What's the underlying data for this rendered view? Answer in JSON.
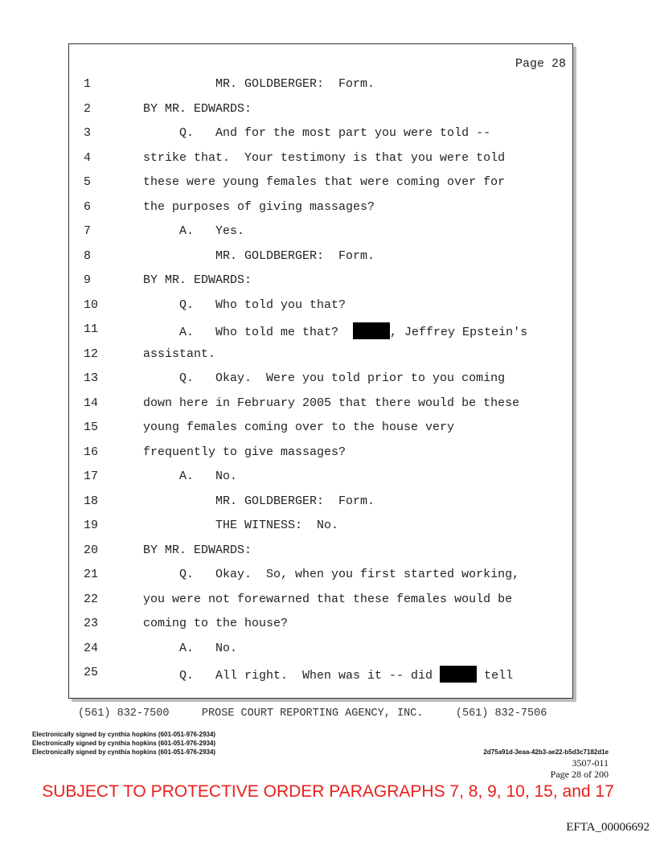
{
  "transcript": {
    "page_label": "Page 28",
    "lines": [
      {
        "num": "1",
        "text": "          MR. GOLDBERGER:  Form."
      },
      {
        "num": "2",
        "text": "BY MR. EDWARDS:"
      },
      {
        "num": "3",
        "text": "     Q.   And for the most part you were told --"
      },
      {
        "num": "4",
        "text": "strike that.  Your testimony is that you were told"
      },
      {
        "num": "5",
        "text": "these were young females that were coming over for"
      },
      {
        "num": "6",
        "text": "the purposes of giving massages?"
      },
      {
        "num": "7",
        "text": "     A.   Yes."
      },
      {
        "num": "8",
        "text": "          MR. GOLDBERGER:  Form."
      },
      {
        "num": "9",
        "text": "BY MR. EDWARDS:"
      },
      {
        "num": "10",
        "text": "     Q.   Who told you that?"
      },
      {
        "num": "11",
        "text": "     A.   Who told me that?  ",
        "redacted": true,
        "after": ", Jeffrey Epstein's"
      },
      {
        "num": "12",
        "text": "assistant."
      },
      {
        "num": "13",
        "text": "     Q.   Okay.  Were you told prior to you coming"
      },
      {
        "num": "14",
        "text": "down here in February 2005 that there would be these"
      },
      {
        "num": "15",
        "text": "young females coming over to the house very"
      },
      {
        "num": "16",
        "text": "frequently to give massages?"
      },
      {
        "num": "17",
        "text": "     A.   No."
      },
      {
        "num": "18",
        "text": "          MR. GOLDBERGER:  Form."
      },
      {
        "num": "19",
        "text": "          THE WITNESS:  No."
      },
      {
        "num": "20",
        "text": "BY MR. EDWARDS:"
      },
      {
        "num": "21",
        "text": "     Q.   Okay.  So, when you first started working,"
      },
      {
        "num": "22",
        "text": "you were not forewarned that these females would be"
      },
      {
        "num": "23",
        "text": "coming to the house?"
      },
      {
        "num": "24",
        "text": "     A.   No."
      },
      {
        "num": "25",
        "text": "     Q.   All right.  When was it -- did ",
        "redacted": true,
        "after": " tell"
      }
    ]
  },
  "footer": {
    "phone_line": "(561) 832-7500     PROSE COURT REPORTING AGENCY, INC.     (561) 832-7506",
    "signatures": [
      "Electronically signed by cynthia hopkins (601-051-976-2934)",
      "Electronically signed by cynthia hopkins (601-051-976-2934)",
      "Electronically signed by cynthia hopkins (601-051-976-2934)"
    ],
    "hash": "2d75a91d-3eaa-42b3-ae22-b5d3c7182d1e",
    "doc_number": "3507-011",
    "page_of": "Page 28 of 200",
    "banner": "SUBJECT TO PROTECTIVE ORDER PARAGRAPHS 7, 8, 9, 10, 15, and 17",
    "bates": "EFTA_00006692"
  }
}
